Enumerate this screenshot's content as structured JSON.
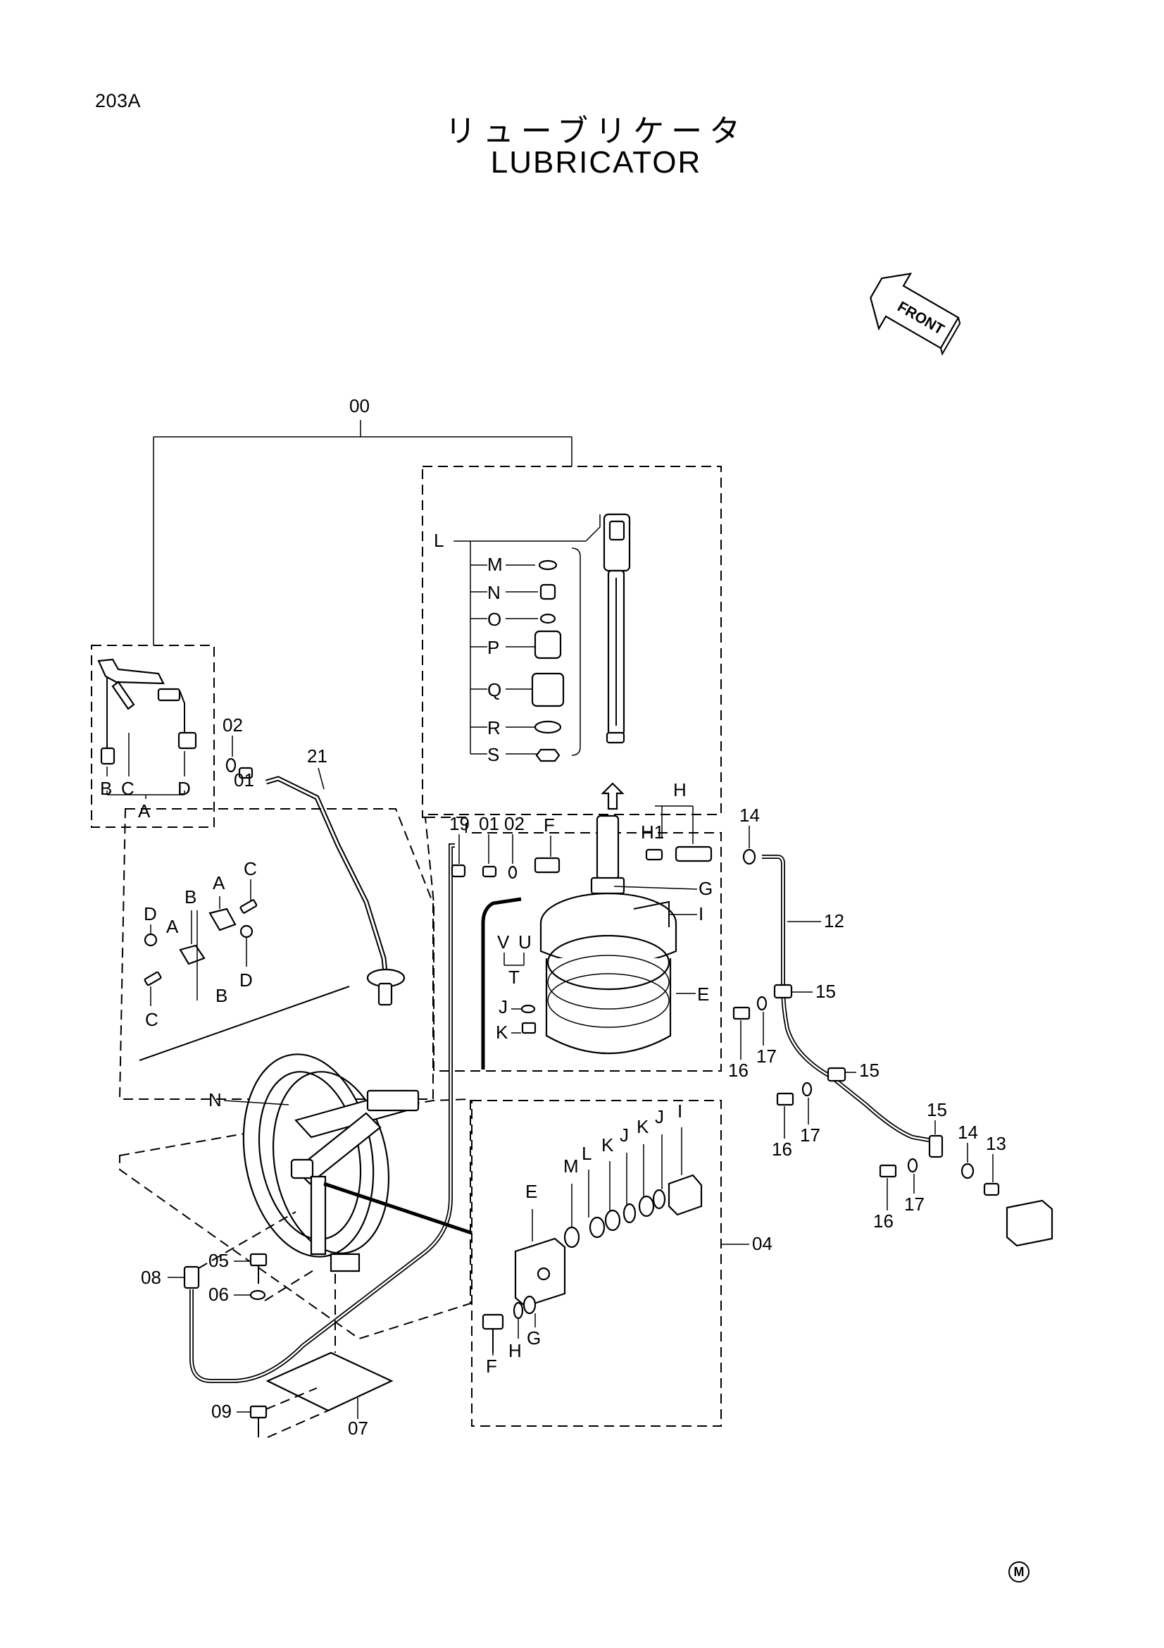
{
  "page_id": "203A",
  "title_jp": "リューブリケータ",
  "title_en": "LUBRICATOR",
  "front_label": "FRONT",
  "corner_mark": "M",
  "callouts": {
    "c00": "00",
    "c01a": "01",
    "c01b": "01",
    "c02a": "02",
    "c02b": "02",
    "c04": "04",
    "c05": "05",
    "c06": "06",
    "c07": "07",
    "c08": "08",
    "c09": "09",
    "c12": "12",
    "c13": "13",
    "c14a": "14",
    "c14b": "14",
    "c15a": "15",
    "c15b": "15",
    "c15c": "15",
    "c16a": "16",
    "c16b": "16",
    "c16c": "16",
    "c17a": "17",
    "c17b": "17",
    "c17c": "17",
    "c19": "19",
    "c21": "21"
  },
  "gun_group": {
    "A": "A",
    "B": "B",
    "C": "C",
    "D": "D"
  },
  "clamp_group": {
    "A1": "A",
    "A2": "A",
    "B1": "B",
    "B2": "B",
    "C1": "C",
    "C2": "C",
    "D1": "D",
    "D2": "D"
  },
  "pump_group": [
    "L",
    "M",
    "N",
    "O",
    "P",
    "Q",
    "R",
    "S"
  ],
  "tank_group": {
    "E": "E",
    "F": "F",
    "G": "G",
    "H": "H",
    "H1": "H1",
    "I": "I",
    "J": "J",
    "K": "K",
    "T": "T",
    "U": "U",
    "V": "V"
  },
  "reel_group": {
    "N": "N"
  },
  "bracket_group": {
    "E": "E",
    "F": "F",
    "G": "G",
    "H": "H",
    "I": "I",
    "J1": "J",
    "J2": "J",
    "K1": "K",
    "K2": "K",
    "L": "L",
    "M": "M"
  }
}
